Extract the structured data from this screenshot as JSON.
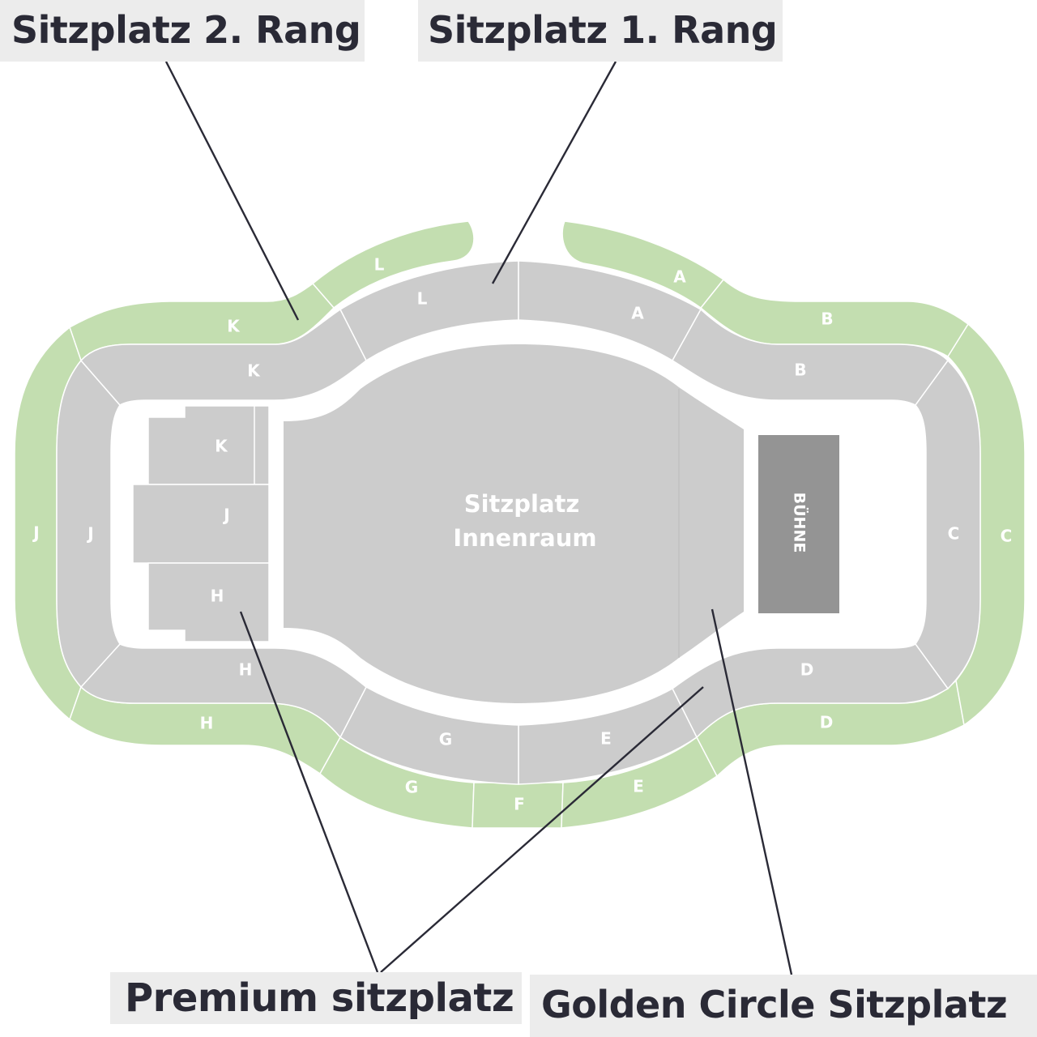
{
  "callouts": {
    "rang2": "Sitzplatz 2. Rang",
    "rang1": "Sitzplatz 1. Rang",
    "premium": "Premium sitzplatz",
    "golden": "Golden Circle Sitzplatz"
  },
  "floor": {
    "line1": "Sitzplatz",
    "line2": "Innenraum"
  },
  "stage": "BÜHNE",
  "upper_ring": {
    "A": "A",
    "B": "B",
    "C": "C",
    "D": "D",
    "E": "E",
    "F": "F",
    "G": "G",
    "H": "H",
    "J": "J",
    "K": "K",
    "L": "L"
  },
  "lower_ring": {
    "A": "A",
    "B": "B",
    "C": "C",
    "D": "D",
    "E": "E",
    "G": "G",
    "H": "H",
    "J": "J",
    "K": "K",
    "L": "L"
  },
  "premium_blocks": {
    "K": "K",
    "J": "J",
    "H": "H"
  },
  "colors": {
    "upper_ring": "#c3deb0",
    "lower_ring": "#cccccc",
    "floor": "#cccccc",
    "stage": "#949494",
    "text_dark": "#2a2a36",
    "callout_bg": "#ececec"
  }
}
